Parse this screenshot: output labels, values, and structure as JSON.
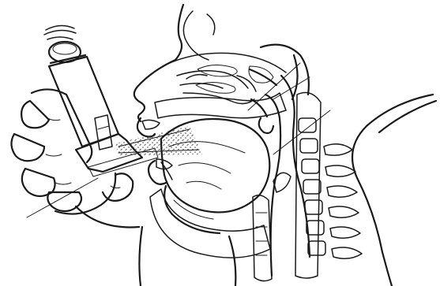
{
  "figure": {
    "colors": {
      "ink": "#1a1a1a",
      "background": "#ffffff",
      "stipple": "#444444"
    },
    "parts": [
      "inhaler-canister",
      "inhaler-actuator",
      "hand",
      "spray-plume",
      "nasal-cavity",
      "oral-cavity",
      "tongue",
      "pharynx",
      "larynx",
      "trachea",
      "cervical-vertebrae",
      "neck-back-outline"
    ],
    "leader_lines": 4
  }
}
